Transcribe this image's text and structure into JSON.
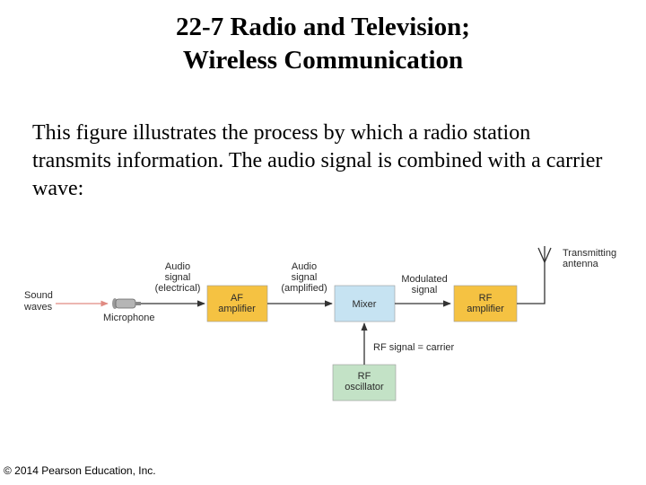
{
  "title": {
    "line1": "22-7 Radio and Television;",
    "line2": "Wireless Communication"
  },
  "body": {
    "text": "This figure illustrates the process by which a radio station transmits information. The audio signal is combined with a carrier wave:"
  },
  "diagram": {
    "sound_waves": [
      "Sound",
      "waves"
    ],
    "microphone": "Microphone",
    "audio_electrical": [
      "Audio",
      "signal",
      "(electrical)"
    ],
    "af_amplifier": [
      "AF",
      "amplifier"
    ],
    "audio_amplified": [
      "Audio",
      "signal",
      "(amplified)"
    ],
    "mixer": "Mixer",
    "modulated_signal": [
      "Modulated",
      "signal"
    ],
    "rf_amplifier": [
      "RF",
      "amplifier"
    ],
    "transmitting_antenna": [
      "Transmitting",
      "antenna"
    ],
    "rf_signal_carrier": "RF signal = carrier",
    "rf_oscillator": [
      "RF",
      "oscillator"
    ],
    "colors": {
      "amplifier_fill": "#f5c242",
      "mixer_fill": "#c6e3f2",
      "oscillator_fill": "#c3e2c6",
      "arrow": "#333333",
      "sound_arrow": "#e08a82"
    }
  },
  "copyright": "© 2014 Pearson Education, Inc."
}
